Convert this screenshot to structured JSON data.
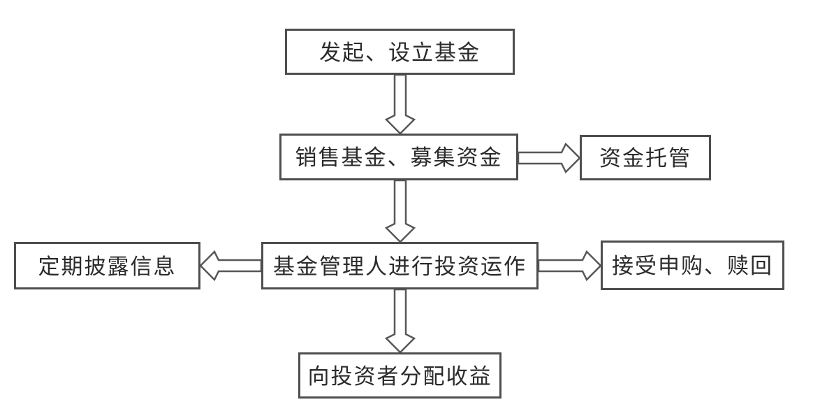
{
  "diagram": {
    "type": "flowchart",
    "language": "zh-CN",
    "nodes": [
      {
        "id": "initiate",
        "label": "发起、设立基金"
      },
      {
        "id": "sell",
        "label": "销售基金、募集资金"
      },
      {
        "id": "custody",
        "label": "资金托管"
      },
      {
        "id": "manage",
        "label": "基金管理人进行投资运作"
      },
      {
        "id": "disclose",
        "label": "定期披露信息"
      },
      {
        "id": "redeem",
        "label": "接受申购、赎回"
      },
      {
        "id": "distribute",
        "label": "向投资者分配收益"
      }
    ],
    "edges": [
      {
        "from": "initiate",
        "to": "sell",
        "direction": "down"
      },
      {
        "from": "sell",
        "to": "custody",
        "direction": "right"
      },
      {
        "from": "sell",
        "to": "manage",
        "direction": "down"
      },
      {
        "from": "manage",
        "to": "disclose",
        "direction": "left"
      },
      {
        "from": "manage",
        "to": "redeem",
        "direction": "right"
      },
      {
        "from": "manage",
        "to": "distribute",
        "direction": "down"
      }
    ],
    "colors": {
      "background": "#ffffff",
      "box_border": "#4e4e4e",
      "arrow_stroke": "#575757",
      "text": "#2b2b2b"
    }
  }
}
